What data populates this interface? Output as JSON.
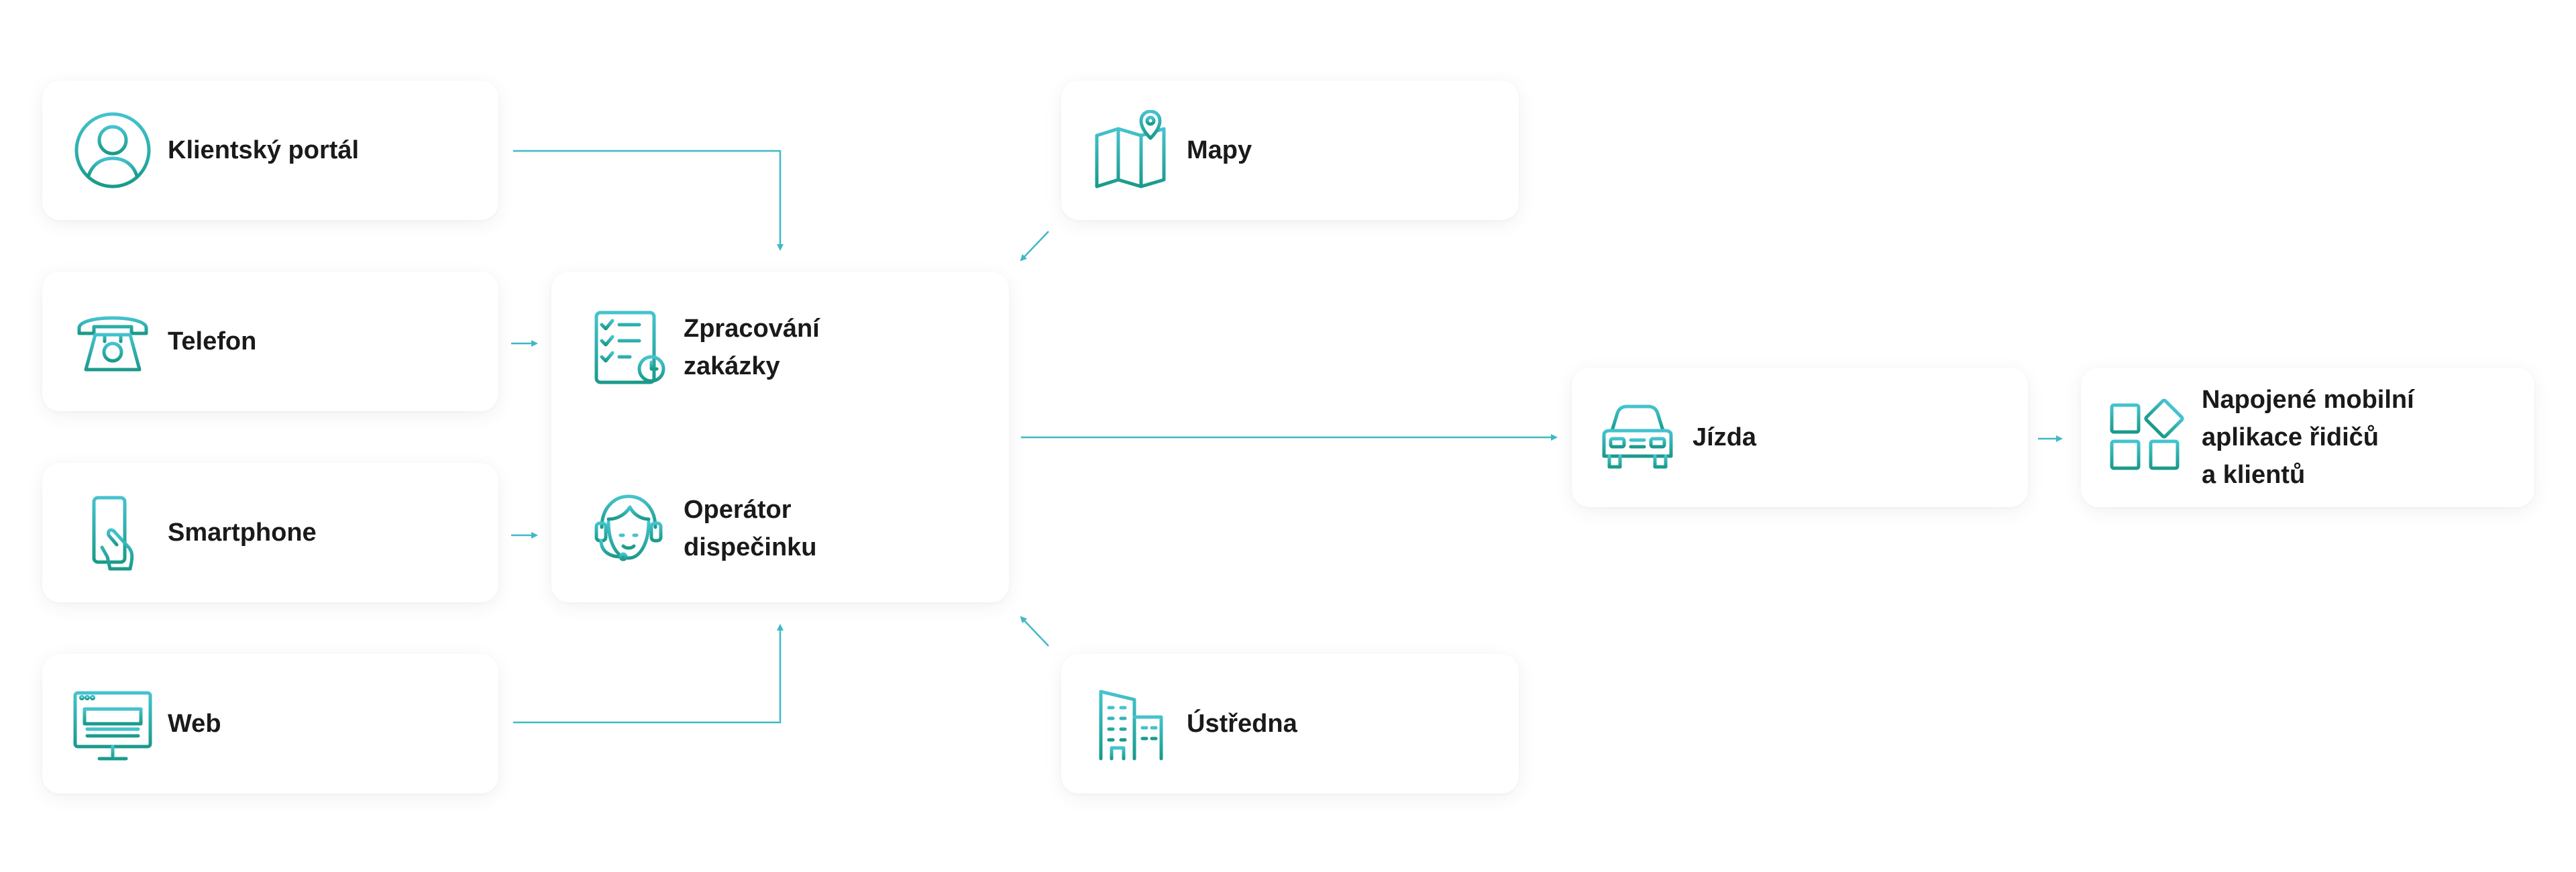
{
  "colors": {
    "accent": "#3fb9c6",
    "accent_dark": "#1a9a8a",
    "text": "#1a1a1a",
    "card_bg": "#ffffff"
  },
  "sources": [
    {
      "id": "klientsky-portal",
      "label": "Klientský portál",
      "icon": "user-circle-icon"
    },
    {
      "id": "telefon",
      "label": "Telefon",
      "icon": "telephone-icon"
    },
    {
      "id": "smartphone",
      "label": "Smartphone",
      "icon": "smartphone-hand-icon"
    },
    {
      "id": "web",
      "label": "Web",
      "icon": "monitor-web-icon"
    }
  ],
  "processing": {
    "items": [
      {
        "label": "Zpracování\nzakázky",
        "icon": "checklist-clock-icon"
      },
      {
        "label": "Operátor\ndispečinku",
        "icon": "operator-headset-icon"
      }
    ]
  },
  "inputs": [
    {
      "label": "Mapy",
      "icon": "map-pin-icon"
    },
    {
      "label": "Ústředna",
      "icon": "office-building-icon"
    }
  ],
  "ride": {
    "label": "Jízda",
    "icon": "car-icon"
  },
  "apps": {
    "label": "Napojené mobilní\naplikace řidičů\na klientů",
    "icon": "app-grid-icon"
  }
}
